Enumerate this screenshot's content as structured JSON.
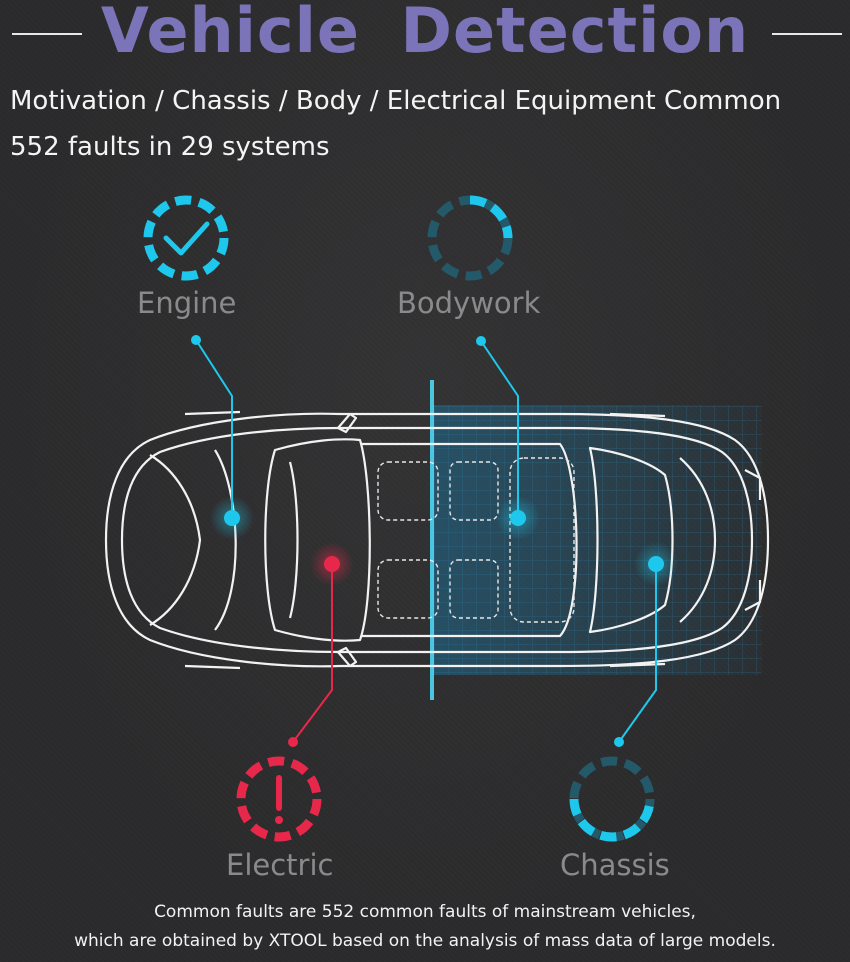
{
  "title": "Vehicle  Detection",
  "subtitle": {
    "line1": "Motivation / Chassis / Body / Electrical Equipment Common",
    "line2": "552 faults in 29 systems"
  },
  "labels": {
    "engine": "Engine",
    "bodywork": "Bodywork",
    "electric": "Electric",
    "chassis": "Chassis"
  },
  "icons": {
    "engine": "check-circle-icon",
    "bodywork": "loading-circle-icon",
    "electric": "warning-circle-icon",
    "chassis": "loading-circle-icon"
  },
  "colors": {
    "title": "#7b74b8",
    "cyan": "#1ec8ec",
    "red": "#e8284a",
    "label": "#8a8a8c"
  },
  "footer": {
    "line1": "Common faults are 552 common faults of mainstream vehicles,",
    "line2": "which are obtained by XTOOL based on the analysis of mass data of large models."
  }
}
